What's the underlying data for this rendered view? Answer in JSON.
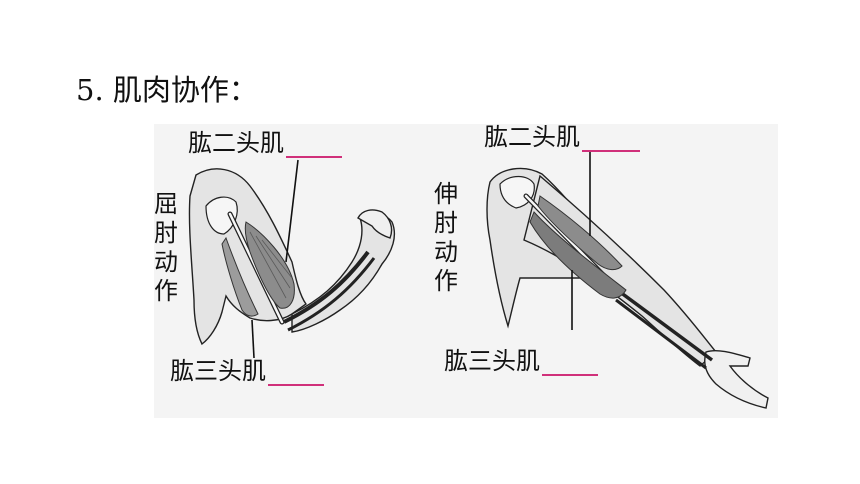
{
  "heading": "5. 肌肉协作：",
  "flexion": {
    "title": "屈肘动作",
    "biceps_label": "肱二头肌",
    "triceps_label": "肱三头肌"
  },
  "extension": {
    "title": "伸肘动作",
    "biceps_label": "肱二头肌",
    "triceps_label": "肱三头肌"
  },
  "colors": {
    "blank_line": "#d0307a",
    "muscle": "#8c8c8c",
    "skin_fill": "#e4e4e4",
    "outline": "#222222"
  }
}
